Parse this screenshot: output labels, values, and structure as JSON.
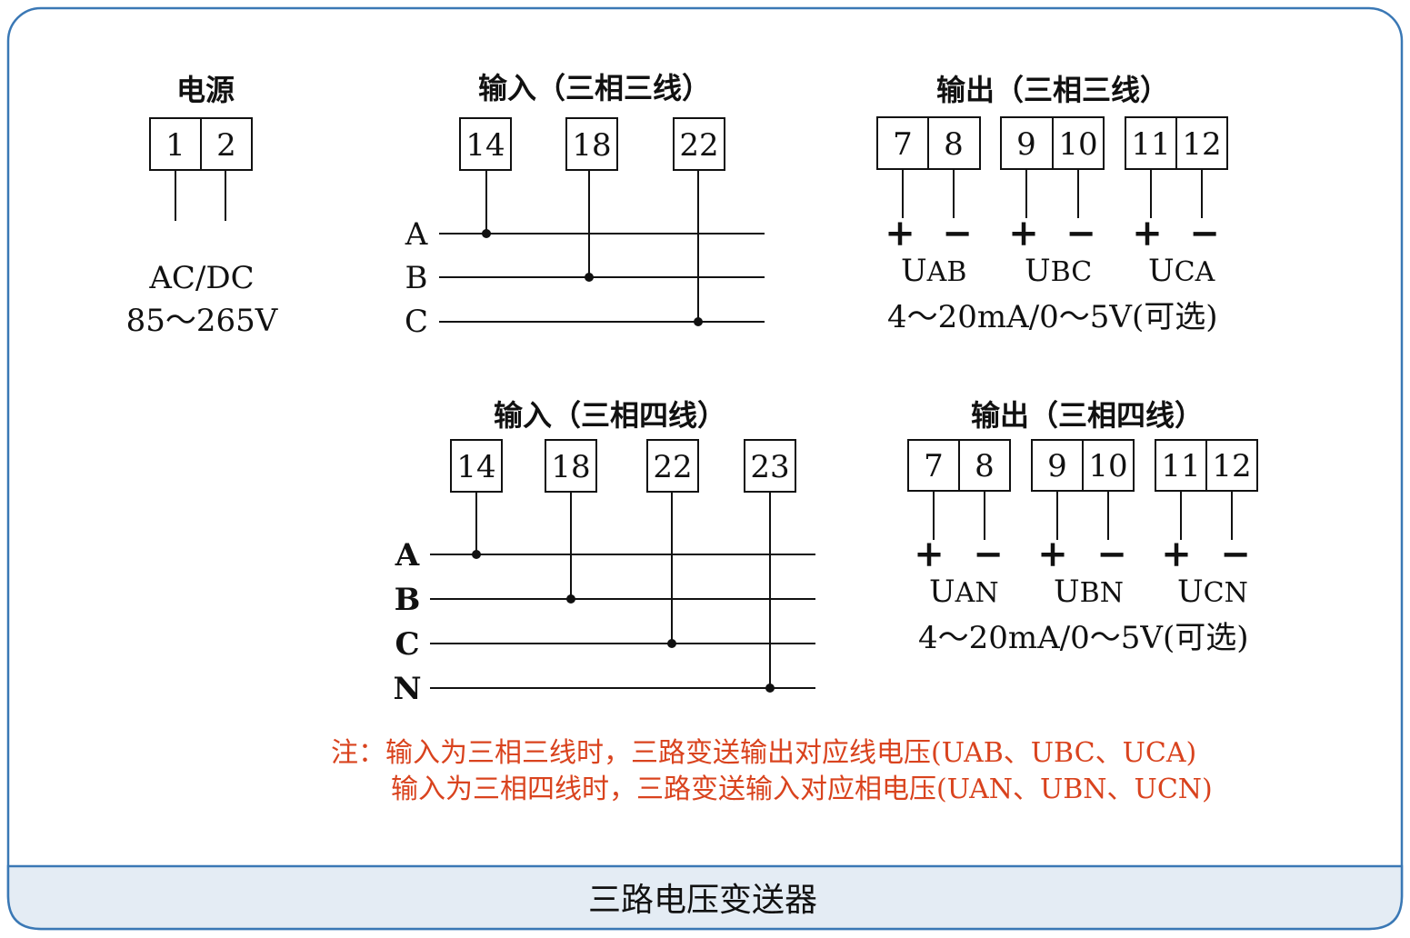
{
  "colors": {
    "frame": "#3a78b5",
    "footer_bg": "#e4ecf4",
    "line": "#111111",
    "note": "#d9431e"
  },
  "power": {
    "title": "电源",
    "terminals": [
      "1",
      "2"
    ],
    "supply_type": "AC/DC",
    "voltage": "85～265V"
  },
  "input_3p3w": {
    "title": "输入（三相三线）",
    "terminals": [
      "14",
      "18",
      "22"
    ],
    "phases": [
      "A",
      "B",
      "C"
    ]
  },
  "output_3p3w": {
    "title": "输出（三相三线）",
    "terminal_groups": [
      [
        "7",
        "8"
      ],
      [
        "9",
        "10"
      ],
      [
        "11",
        "12"
      ]
    ],
    "plus": "+",
    "minus": "−",
    "labels": [
      {
        "main": "U",
        "sub": "AB"
      },
      {
        "main": "U",
        "sub": "BC"
      },
      {
        "main": "U",
        "sub": "CA"
      }
    ],
    "range": "4～20mA/0～5V(可选)"
  },
  "input_3p4w": {
    "title": "输入（三相四线）",
    "terminals": [
      "14",
      "18",
      "22",
      "23"
    ],
    "phases": [
      "A",
      "B",
      "C",
      "N"
    ]
  },
  "output_3p4w": {
    "title": "输出（三相四线）",
    "terminal_groups": [
      [
        "7",
        "8"
      ],
      [
        "9",
        "10"
      ],
      [
        "11",
        "12"
      ]
    ],
    "plus": "+",
    "minus": "−",
    "labels": [
      {
        "main": "U",
        "sub": "AN"
      },
      {
        "main": "U",
        "sub": "BN"
      },
      {
        "main": "U",
        "sub": "CN"
      }
    ],
    "range": "4～20mA/0～5V(可选)"
  },
  "note": {
    "line1": "注：输入为三相三线时，三路变送输出对应线电压(UAB、UBC、UCA)",
    "line2": "输入为三相四线时，三路变送输入对应相电压(UAN、UBN、UCN)"
  },
  "footer": {
    "title": "三路电压变送器"
  }
}
